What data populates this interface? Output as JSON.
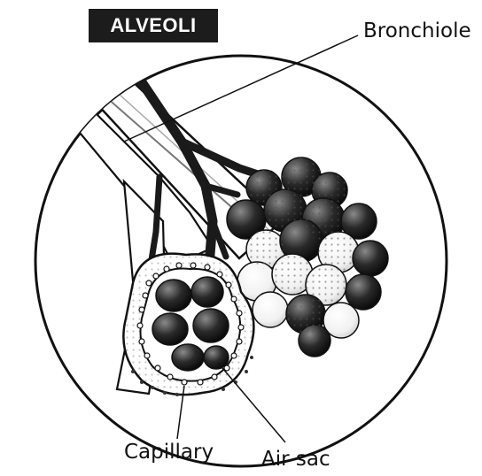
{
  "title": "ALVEOLI",
  "labels": {
    "bronchiole": "Bronchiole",
    "capillary": "Capillary",
    "air_sac": "Air sac"
  },
  "colors": {
    "ink": "#111111",
    "badge": "#1c1c1c",
    "dark_fill": "#1a1a1a",
    "mid_fill": "#5a5a5a",
    "light_fill": "#f4f4f4"
  }
}
